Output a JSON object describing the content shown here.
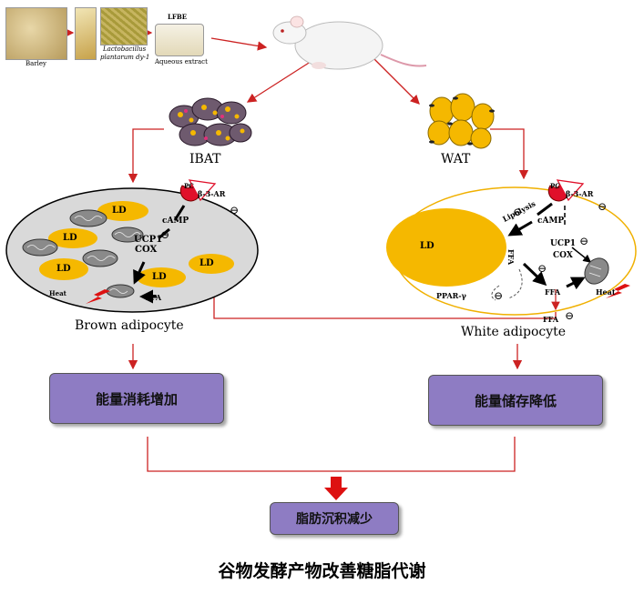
{
  "top": {
    "barley_label": "Barley",
    "lactobacillus_label_1": "Lactobacillus",
    "lactobacillus_label_2": "plantarum dy-1",
    "lfbe_label": "LFBE",
    "aqueous_label": "Aqueous extract"
  },
  "tissues": {
    "ibat": "IBAT",
    "wat": "WAT"
  },
  "brown": {
    "pc": "PC",
    "receptor": "β-3-AR",
    "camp": "cAMP",
    "ucp1": "UCP1",
    "cox": "COX",
    "ld": "LD",
    "heat": "Heat",
    "ffa": "FFA",
    "cell_label": "Brown adipocyte"
  },
  "white": {
    "pc": "PC",
    "receptor": "β-3-AR",
    "camp": "cAMP",
    "lipolysis": "Lipolysis",
    "ffa_vertical": "FFA",
    "ucp1": "UCP1",
    "cox": "COX",
    "ld": "LD",
    "ppar": "PPAR-γ",
    "ffa": "FFA",
    "heat": "Heat",
    "ffa_out": "FFA",
    "cell_label": "White adipocyte"
  },
  "inhibit_symbol": "⊖",
  "outcomes": {
    "left_box": "能量消耗增加",
    "right_box": "能量储存降低",
    "bottom_box": "脂肪沉积减少"
  },
  "caption": "谷物发酵产物改善糖脂代谢",
  "colors": {
    "arrow_red": "#cc2222",
    "box_purple": "#8e7cc3",
    "lipid_yellow": "#f5b800",
    "brown_cell": "#d9d9d9",
    "receptor_red": "#e0102a"
  }
}
